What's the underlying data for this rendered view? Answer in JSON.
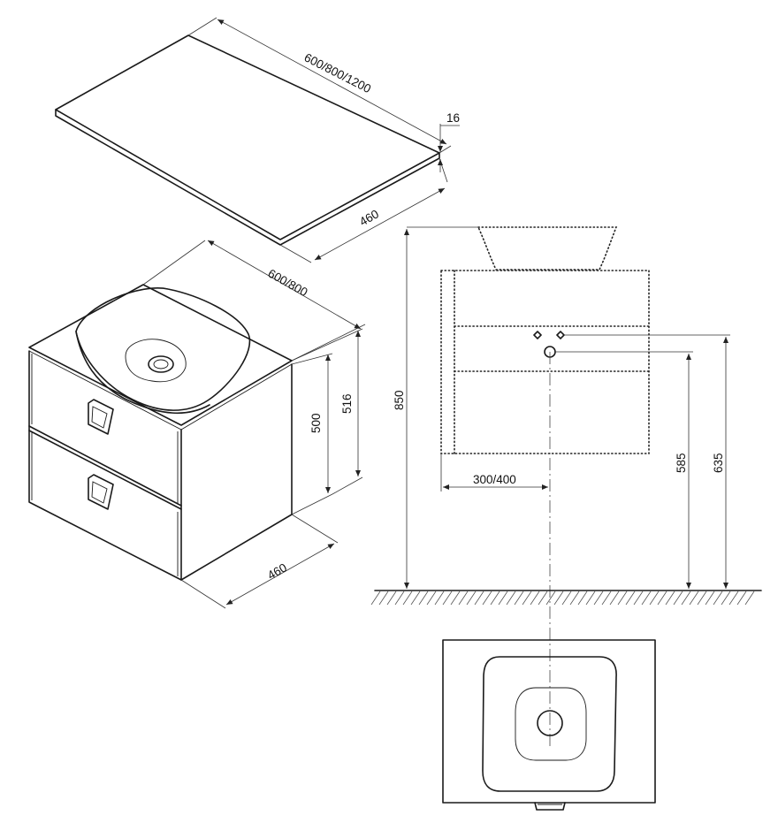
{
  "dimensions": {
    "top_length": "600/800/1200",
    "top_thickness": "16",
    "top_depth": "460",
    "cabinet_width": "600/800",
    "cabinet_height": "500",
    "total_height": "516",
    "cabinet_depth": "460",
    "overall_height": "850",
    "waste_offset": "300/400",
    "waste_height": "585",
    "supply_height": "635"
  },
  "colors": {
    "line": "#1a1a1a",
    "background": "#ffffff"
  }
}
